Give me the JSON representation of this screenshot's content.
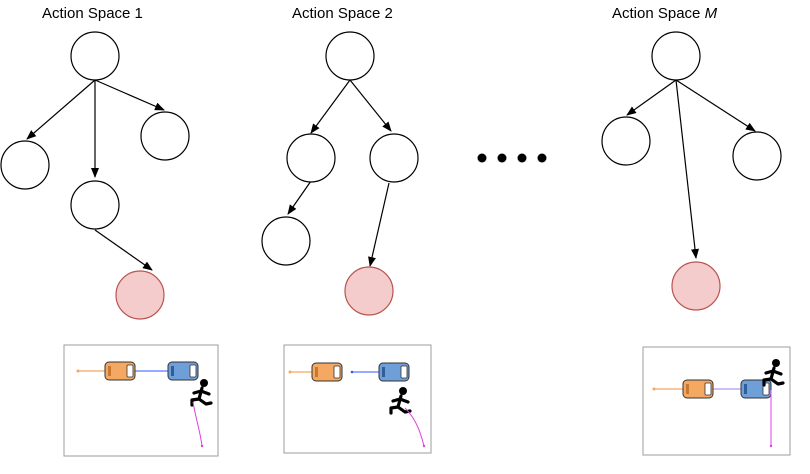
{
  "panels": [
    {
      "title": "Action Space 1",
      "title_italic_suffix": ""
    },
    {
      "title": "Action Space 2",
      "title_italic_suffix": ""
    },
    {
      "title": "Action Space ",
      "title_italic_suffix": "M"
    }
  ],
  "ellipsis": "....",
  "colors": {
    "goal_fill": "#f4cccc",
    "goal_stroke": "#b85450",
    "ego_car": "#f5a861",
    "other_car": "#6f9fd8",
    "trajectory_orange": "#f5a861",
    "trajectory_blue": "#3355ff",
    "pedestrian_path": "#e040e0"
  },
  "icons": [
    "car-icon",
    "pedestrian-icon",
    "arrow-head-icon"
  ]
}
